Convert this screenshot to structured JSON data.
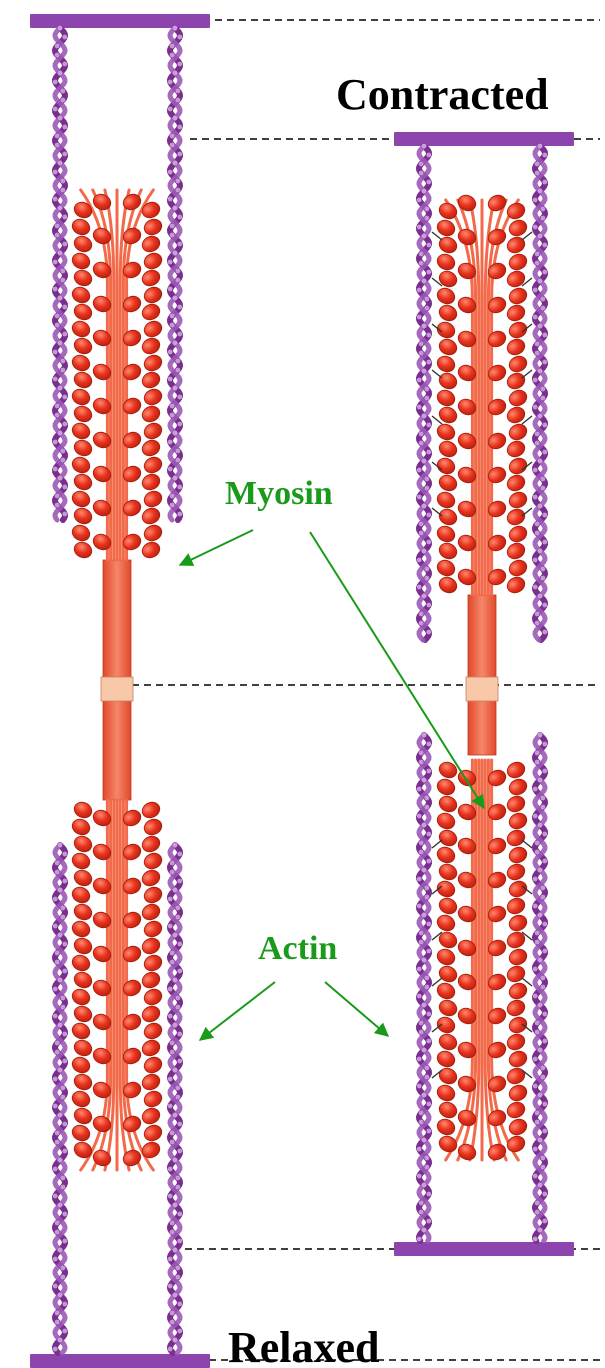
{
  "labels": {
    "contracted": "Contracted",
    "relaxed": "Relaxed",
    "myosin": "Myosin",
    "actin": "Actin"
  },
  "colors": {
    "z_disc": "#8e44ad",
    "actin_filament": "#7a2e8e",
    "actin_bead": "#9b59b6",
    "myosin_head": "#e8321e",
    "myosin_head_highlight": "#ff8a6e",
    "myosin_shaft": "#f26a4a",
    "myosin_stroke": "#c0391b",
    "m_line_band": "#f8c8a8",
    "label_black": "#000000",
    "label_green": "#1a9a1a",
    "dashed_line": "#000000"
  },
  "icons": [
    "z-disc",
    "actin-filament",
    "myosin-filament",
    "myosin-head",
    "m-line",
    "pointer-arrow",
    "power-stroke-arrow"
  ]
}
